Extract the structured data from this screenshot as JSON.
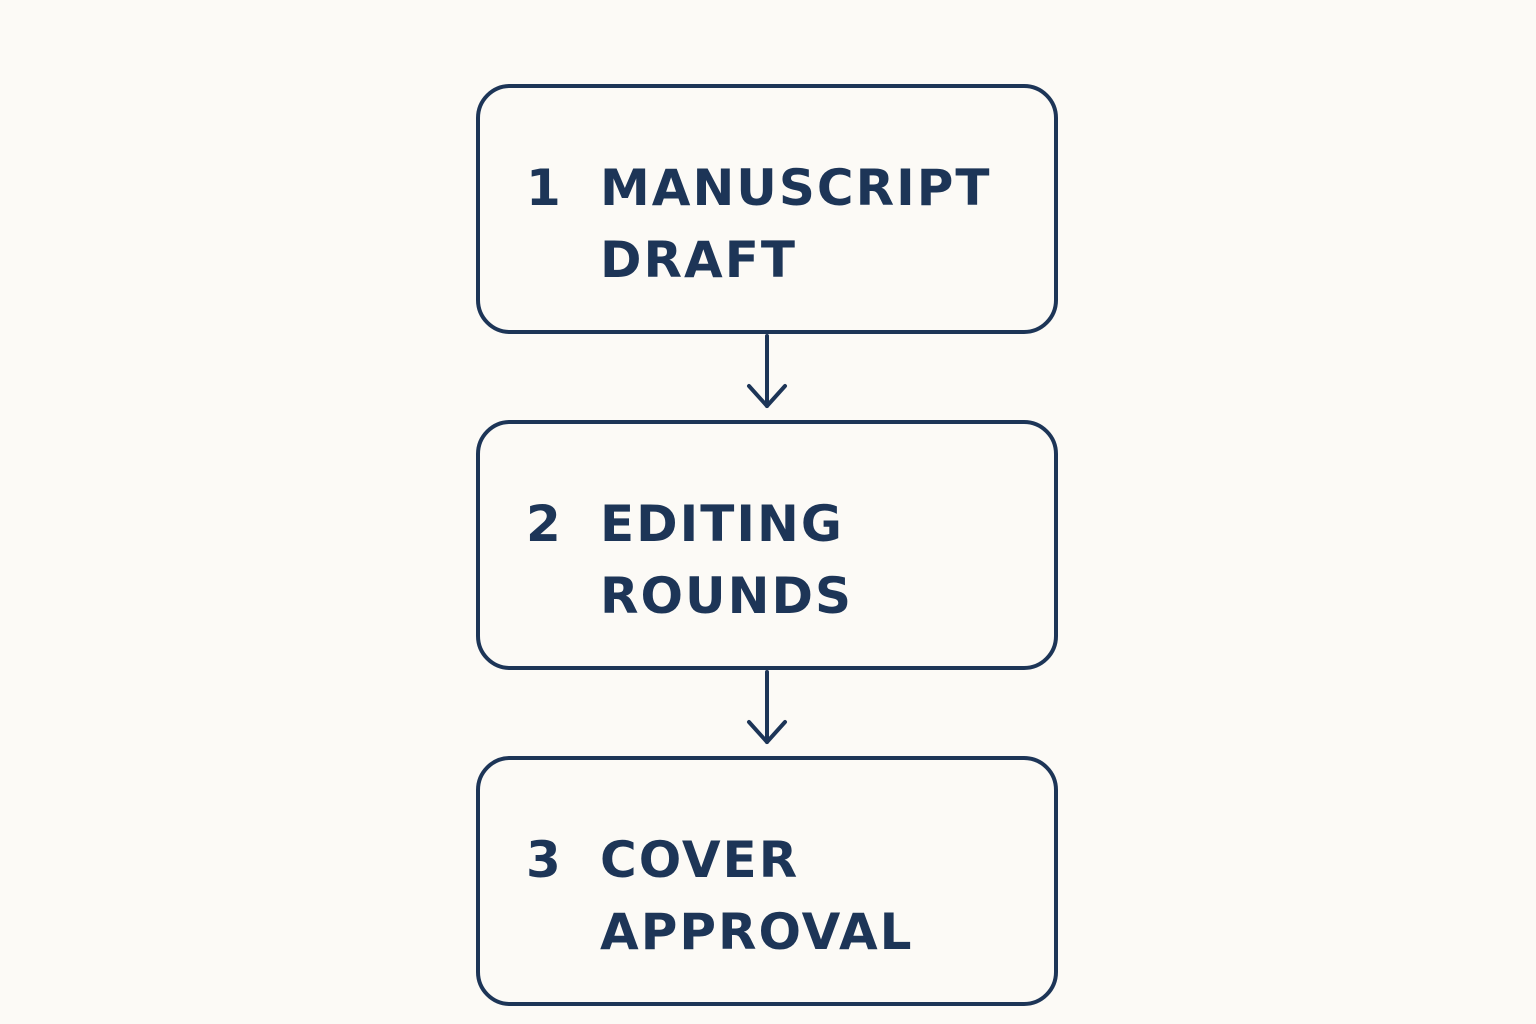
{
  "colors": {
    "background": "#fcfaf6",
    "ink": "#1d3557"
  },
  "steps": [
    {
      "number": "1",
      "label_lines": [
        "MANUSCRIPT",
        "DRAFT"
      ]
    },
    {
      "number": "2",
      "label_lines": [
        "EDITING",
        "ROUNDS"
      ]
    },
    {
      "number": "3",
      "label_lines": [
        "COVER",
        "APPROVAL"
      ]
    }
  ],
  "connectors": [
    {
      "from": "1",
      "to": "2",
      "icon": "down-arrow-icon"
    },
    {
      "from": "2",
      "to": "3",
      "icon": "down-arrow-icon"
    }
  ]
}
